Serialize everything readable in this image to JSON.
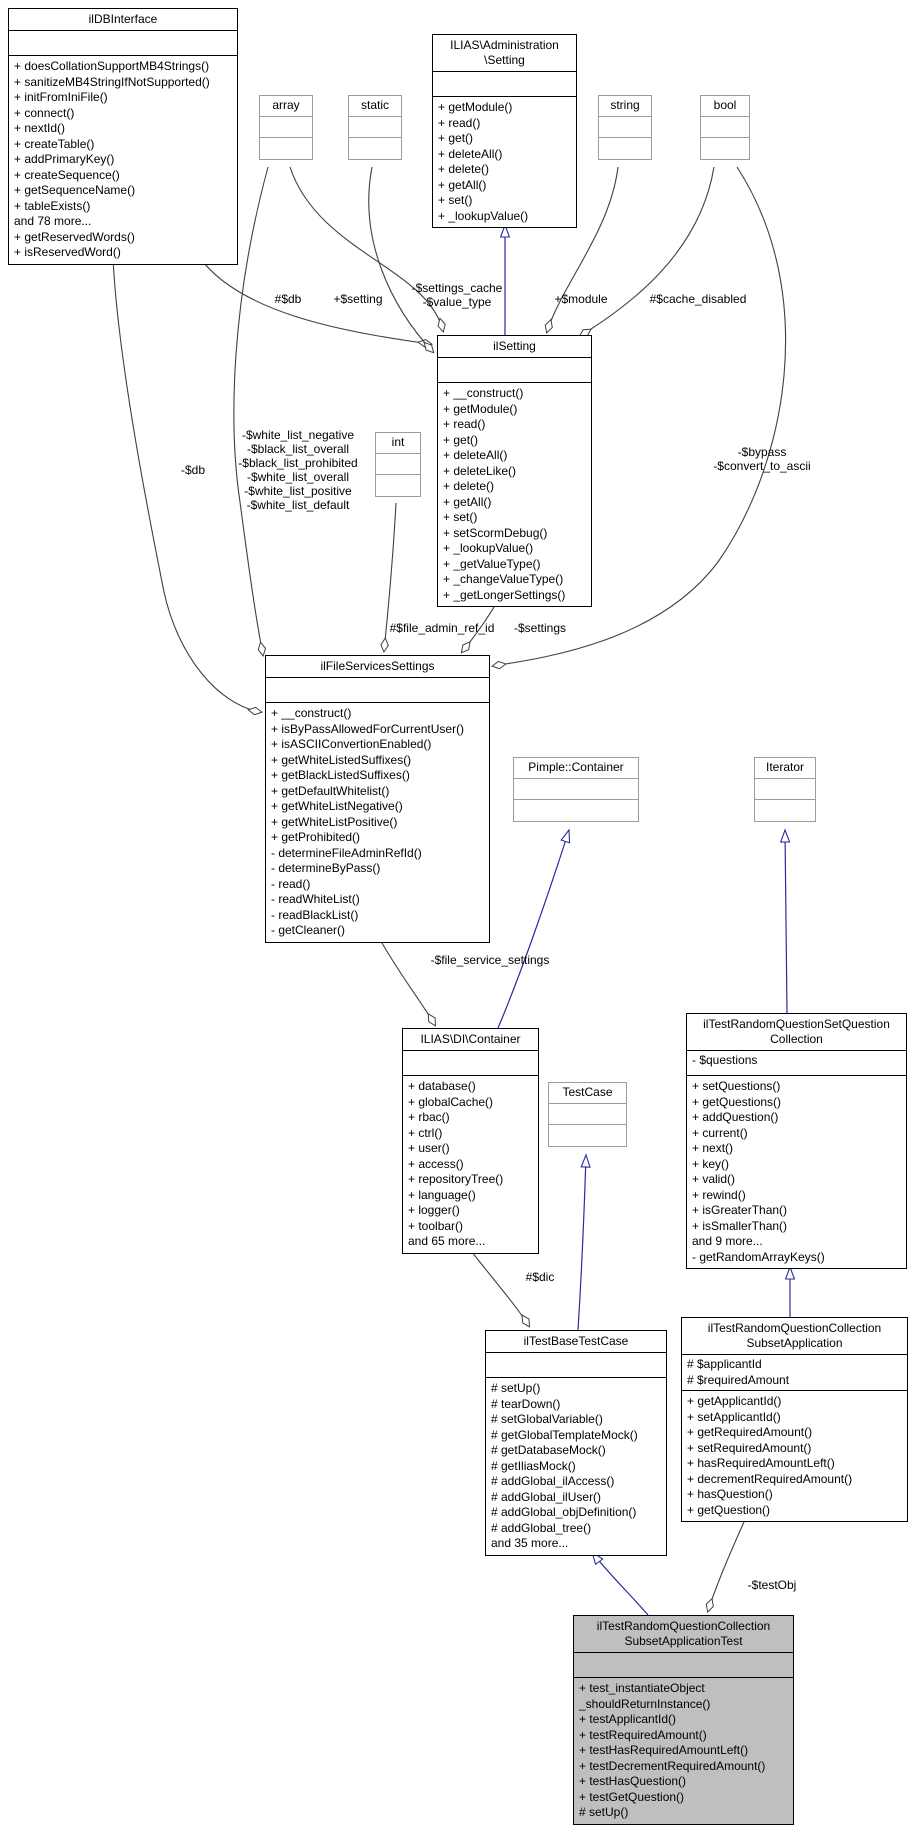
{
  "colors": {
    "edge_color": "#404040",
    "inherit_color": "#2a2a9d",
    "highlight_bg": "#bfbfbf",
    "box_border": "#000000",
    "external_box_border": "#9c9c9c"
  },
  "classes": [
    {
      "id": "ilDBInterface",
      "title": [
        "ilDBInterface"
      ],
      "attributes": [],
      "methods": [
        "+ doesCollationSupportMB4Strings()",
        "+ sanitizeMB4StringIfNotSupported()",
        "+ initFromIniFile()",
        "+ connect()",
        "+ nextId()",
        "+ createTable()",
        "+ addPrimaryKey()",
        "+ createSequence()",
        "+ getSequenceName()",
        "+ tableExists()",
        "and 78 more...",
        "+ getReservedWords()",
        "+ isReservedWord()"
      ]
    },
    {
      "id": "array",
      "title": [
        "array"
      ],
      "attributes": [],
      "methods": []
    },
    {
      "id": "static",
      "title": [
        "static"
      ],
      "attributes": [],
      "methods": []
    },
    {
      "id": "ILIAS_Administration_Setting",
      "title": [
        "ILIAS\\Administration",
        "\\Setting"
      ],
      "attributes": [],
      "methods": [
        "+ getModule()",
        "+ read()",
        "+ get()",
        "+ deleteAll()",
        "+ delete()",
        "+ getAll()",
        "+ set()",
        "+ _lookupValue()"
      ]
    },
    {
      "id": "string",
      "title": [
        "string"
      ],
      "attributes": [],
      "methods": []
    },
    {
      "id": "bool",
      "title": [
        "bool"
      ],
      "attributes": [],
      "methods": []
    },
    {
      "id": "ilSetting",
      "title": [
        "ilSetting"
      ],
      "attributes": [],
      "methods": [
        "+ __construct()",
        "+ getModule()",
        "+ read()",
        "+ get()",
        "+ deleteAll()",
        "+ deleteLike()",
        "+ delete()",
        "+ getAll()",
        "+ set()",
        "+ setScormDebug()",
        "+ _lookupValue()",
        "+ _getValueType()",
        "+ _changeValueType()",
        "+ _getLongerSettings()"
      ]
    },
    {
      "id": "int",
      "title": [
        "int"
      ],
      "attributes": [],
      "methods": []
    },
    {
      "id": "ilFileServicesSettings",
      "title": [
        "ilFileServicesSettings"
      ],
      "attributes": [],
      "methods": [
        "+ __construct()",
        "+ isByPassAllowedForCurrentUser()",
        "+ isASCIIConvertionEnabled()",
        "+ getWhiteListedSuffixes()",
        "+ getBlackListedSuffixes()",
        "+ getDefaultWhitelist()",
        "+ getWhiteListNegative()",
        "+ getWhiteListPositive()",
        "+ getProhibited()",
        "- determineFileAdminRefId()",
        "- determineByPass()",
        "- read()",
        "- readWhiteList()",
        "- readBlackList()",
        "- getCleaner()"
      ]
    },
    {
      "id": "Pimple_Container",
      "title": [
        "Pimple::Container"
      ],
      "attributes": [],
      "methods": []
    },
    {
      "id": "Iterator",
      "title": [
        "Iterator"
      ],
      "attributes": [],
      "methods": []
    },
    {
      "id": "ILIAS_DI_Container",
      "title": [
        "ILIAS\\DI\\Container"
      ],
      "attributes": [],
      "methods": [
        "+ database()",
        "+ globalCache()",
        "+ rbac()",
        "+ ctrl()",
        "+ user()",
        "+ access()",
        "+ repositoryTree()",
        "+ language()",
        "+ logger()",
        "+ toolbar()",
        "and 65 more..."
      ]
    },
    {
      "id": "TestCase",
      "title": [
        "TestCase"
      ],
      "attributes": [],
      "methods": []
    },
    {
      "id": "ilTestRandomQuestionSetQuestionCollection",
      "title": [
        "ilTestRandomQuestionSetQuestion",
        "Collection"
      ],
      "attributes": [
        "- $questions"
      ],
      "methods": [
        "+ setQuestions()",
        "+ getQuestions()",
        "+ addQuestion()",
        "+ current()",
        "+ next()",
        "+ key()",
        "+ valid()",
        "+ rewind()",
        "+ isGreaterThan()",
        "+ isSmallerThan()",
        "and 9 more...",
        "- getRandomArrayKeys()"
      ]
    },
    {
      "id": "ilTestBaseTestCase",
      "title": [
        "ilTestBaseTestCase"
      ],
      "attributes": [],
      "methods": [
        "# setUp()",
        "# tearDown()",
        "# setGlobalVariable()",
        "# getGlobalTemplateMock()",
        "# getDatabaseMock()",
        "# getIliasMock()",
        "# addGlobal_ilAccess()",
        "# addGlobal_ilUser()",
        "# addGlobal_objDefinition()",
        "# addGlobal_tree()",
        "and 35 more..."
      ]
    },
    {
      "id": "ilTestRandomQuestionCollectionSubsetApplication",
      "title": [
        "ilTestRandomQuestionCollection",
        "SubsetApplication"
      ],
      "attributes": [
        "# $applicantId",
        "# $requiredAmount"
      ],
      "methods": [
        "+ getApplicantId()",
        "+ setApplicantId()",
        "+ getRequiredAmount()",
        "+ setRequiredAmount()",
        "+ hasRequiredAmountLeft()",
        "+ decrementRequiredAmount()",
        "+ hasQuestion()",
        "+ getQuestion()"
      ]
    },
    {
      "id": "ilTestRandomQuestionCollectionSubsetApplicationTest",
      "title": [
        "ilTestRandomQuestionCollection",
        "SubsetApplicationTest"
      ],
      "attributes": [],
      "methods": [
        "+ test_instantiateObject",
        "_shouldReturnInstance()",
        "+ testApplicantId()",
        "+ testRequiredAmount()",
        "+ testHasRequiredAmountLeft()",
        "+ testDecrementRequiredAmount()",
        "+ testHasQuestion()",
        "+ testGetQuestion()",
        "# setUp()"
      ]
    }
  ],
  "edge_labels": [
    {
      "lines": [
        "#$db"
      ]
    },
    {
      "lines": [
        "+$setting"
      ]
    },
    {
      "lines": [
        "-$settings_cache",
        "-$value_type"
      ]
    },
    {
      "lines": [
        "+$module"
      ]
    },
    {
      "lines": [
        "#$cache_disabled"
      ]
    },
    {
      "lines": [
        "-$db"
      ]
    },
    {
      "lines": [
        "-$white_list_negative",
        "-$black_list_overall",
        "-$black_list_prohibited",
        "-$white_list_overall",
        "-$white_list_positive",
        "-$white_list_default"
      ]
    },
    {
      "lines": [
        "-$bypass",
        "-$convert_to_ascii"
      ]
    },
    {
      "lines": [
        "#$file_admin_ref_id"
      ]
    },
    {
      "lines": [
        "-$settings"
      ]
    },
    {
      "lines": [
        "-$file_service_settings"
      ]
    },
    {
      "lines": [
        "#$dic"
      ]
    },
    {
      "lines": [
        "-$testObj"
      ]
    }
  ]
}
